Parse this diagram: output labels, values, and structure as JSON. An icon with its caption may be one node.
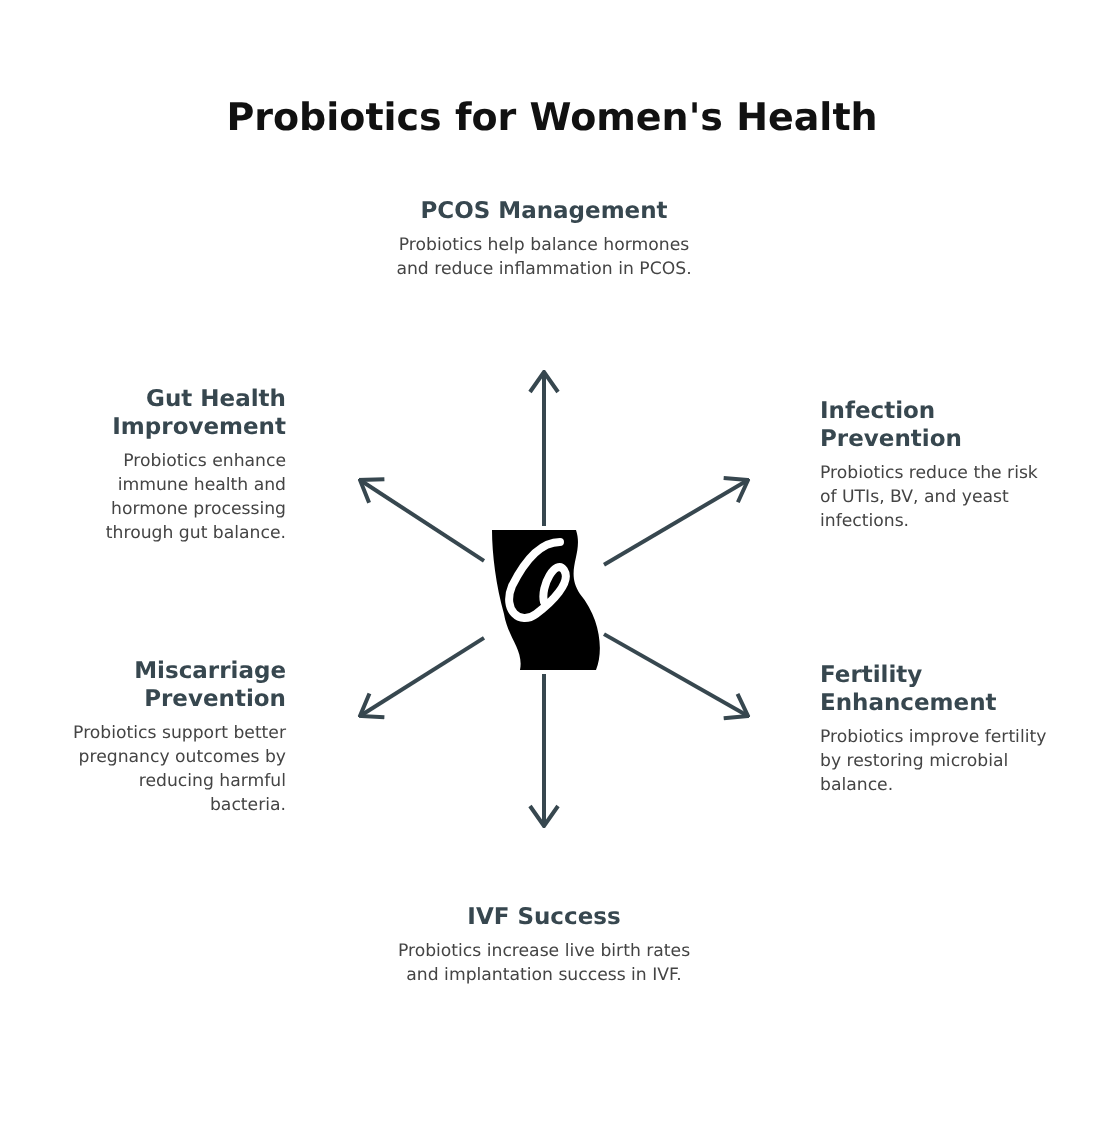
{
  "diagram": {
    "title": "Probiotics for Women's Health",
    "nodes": [
      {
        "text": [],
        "shape": "picture"
      },
      {
        "text": [
          "PCOS Management",
          "Probiotics help balance hormones and reduce inflammation in PCOS."
        ]
      },
      {
        "text": [
          "Gut Health Improvement",
          "Probiotics enhance immune health and hormone processing through gut balance."
        ]
      },
      {
        "text": [
          "Infection Prevention",
          "Probiotics reduce the risk of UTIs, BV, and yeast infections."
        ]
      },
      {
        "text": [
          "Miscarriage Prevention",
          "Probiotics support better pregnancy outcomes by reducing harmful bacteria."
        ]
      },
      {
        "text": [
          "Fertility Enhancement",
          "Probiotics improve fertility by restoring microbial balance."
        ]
      },
      {
        "text": [
          "IVF Success",
          "Probiotics increase live birth rates and implantation success in IVF."
        ]
      }
    ],
    "edges": [
      {
        "from": 0,
        "to": 1,
        "arrow": "to"
      },
      {
        "from": 0,
        "to": 2,
        "arrow": "to"
      },
      {
        "from": 0,
        "to": 3,
        "arrow": "to"
      },
      {
        "from": 0,
        "to": 4,
        "arrow": "to"
      },
      {
        "from": 0,
        "to": 5,
        "arrow": "to"
      },
      {
        "from": 0,
        "to": 6,
        "arrow": "to"
      }
    ]
  }
}
